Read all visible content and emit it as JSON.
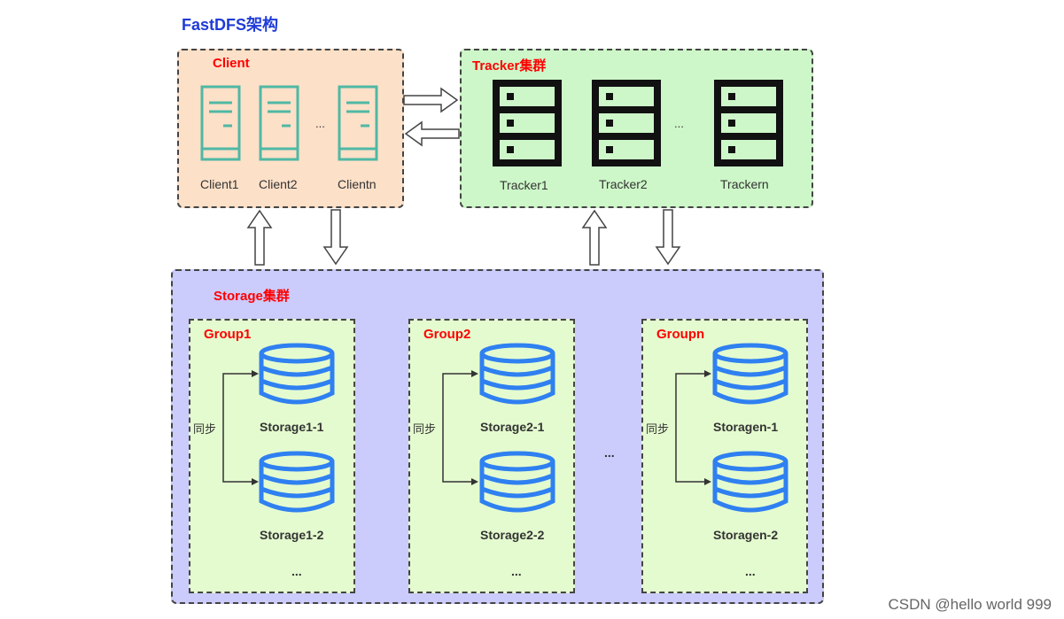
{
  "title": "FastDFS架构",
  "client": {
    "heading": "Client",
    "items": [
      "Client1",
      "Client2",
      "Clientn"
    ],
    "ellipsis": "..."
  },
  "tracker": {
    "heading": "Tracker集群",
    "items": [
      "Tracker1",
      "Tracker2",
      "Trackern"
    ],
    "ellipsis": "..."
  },
  "storage": {
    "heading": "Storage集群",
    "groups": [
      {
        "name": "Group1",
        "sync": "同步",
        "nodes": [
          "Storage1-1",
          "Storage1-2"
        ],
        "more": "..."
      },
      {
        "name": "Group2",
        "sync": "同步",
        "nodes": [
          "Storage2-1",
          "Storage2-2"
        ],
        "more": "..."
      },
      {
        "name": "Groupn",
        "sync": "同步",
        "nodes": [
          "Storagen-1",
          "Storagen-2"
        ],
        "more": "..."
      }
    ],
    "between_groups": "..."
  },
  "watermark": "CSDN @hello world 999",
  "colors": {
    "client_bg": "#fde0c8",
    "tracker_bg": "#cdf7c8",
    "storage_bg": "#cbcbfc",
    "group_bg": "#e4fbcf",
    "server_icon": "#4fb8a4",
    "database_icon": "#2f80f0",
    "heading_red": "#ff0000",
    "title_blue": "#1f3bd8"
  }
}
